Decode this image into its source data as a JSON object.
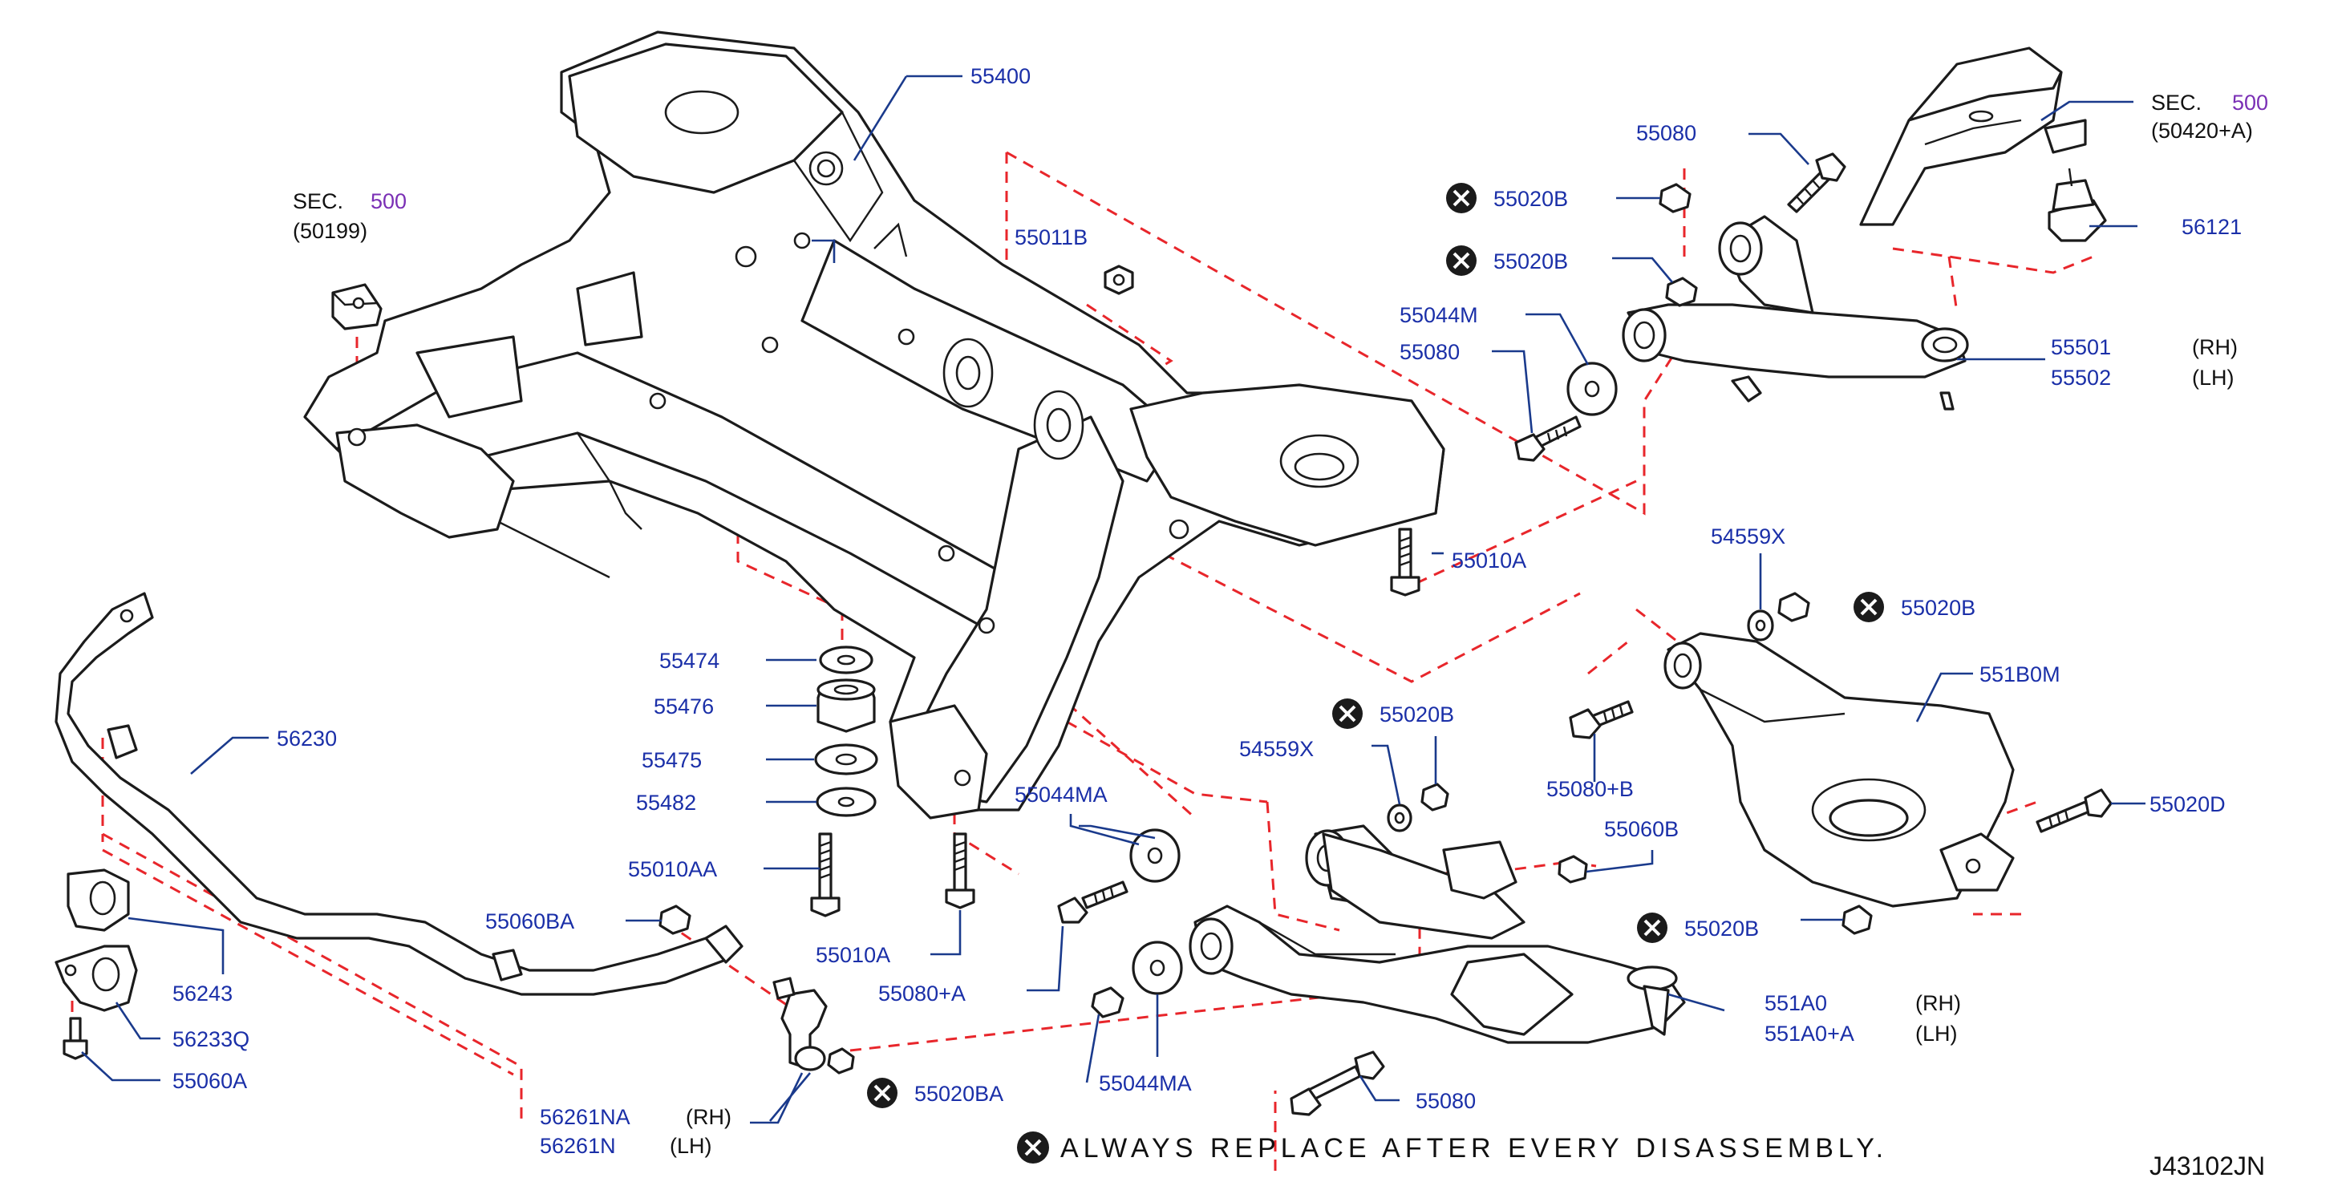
{
  "diagram_code": "J43102JN",
  "note": {
    "text": "ALWAYS  REPLACE  AFTER  EVERY  DISASSEMBLY.",
    "icon": "x-circle-icon"
  },
  "sections": {
    "left": {
      "label": "SEC.",
      "number": "500",
      "ref": "(50199)"
    },
    "right": {
      "label": "SEC.",
      "number": "500",
      "ref": "(50420+A)"
    }
  },
  "callouts": {
    "c55400": "55400",
    "c55011B": "55011B",
    "c55010A_top": "55010A",
    "c55474": "55474",
    "c55476": "55476",
    "c55475": "55475",
    "c55482": "55482",
    "c55010AA": "55010AA",
    "c55010A_low": "55010A",
    "c56230": "56230",
    "c56243": "56243",
    "c56233Q": "56233Q",
    "c55060A": "55060A",
    "c55060BA": "55060BA",
    "c56261NA": "56261NA",
    "c56261N": "56261N",
    "c55020BA": "55020BA",
    "c55044MA_top": "55044MA",
    "c55080A": "55080+A",
    "c55044MA_low": "55044MA",
    "c55080_low": "55080",
    "c54559X_mid": "54559X",
    "c55020B_mid": "55020B",
    "c55060B": "55060B",
    "c55020B_low": "55020B",
    "c551A0": "551A0",
    "c551A0A": "551A0+A",
    "c55080B": "55080+B",
    "c54559X_right": "54559X",
    "c55020B_right": "55020B",
    "c551B0M": "551B0M",
    "c55020D": "55020D",
    "c55080_top": "55080",
    "c55020B_top1": "55020B",
    "c55020B_top2": "55020B",
    "c55044M": "55044M",
    "c55080_upper": "55080",
    "c55501": "55501",
    "c55502": "55502",
    "c56121": "56121"
  },
  "side_tags": {
    "rh1": "(RH)",
    "lh1": "(LH)",
    "rh2": "(RH)",
    "lh2": "(LH)",
    "rh3": "(RH)",
    "lh3": "(LH)"
  },
  "colors": {
    "callout_text": "#1a2fa8",
    "section_number": "#7a2fb5",
    "leader_line": "#1a3a8c",
    "dashed_guide": "#e8262b",
    "line_art": "#1b1b1b"
  }
}
